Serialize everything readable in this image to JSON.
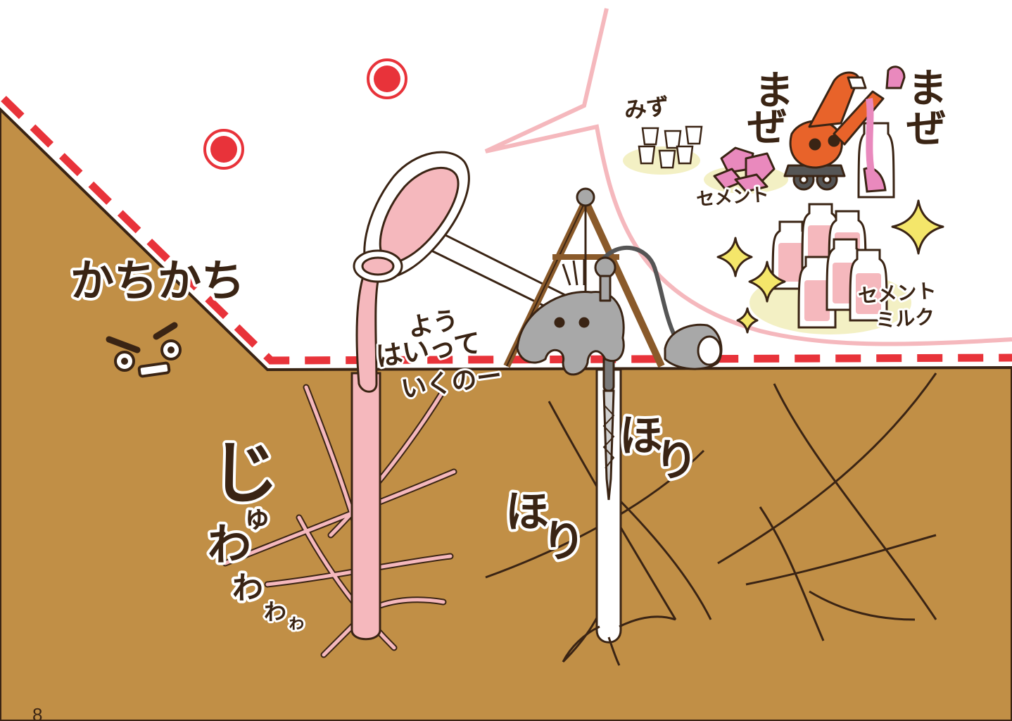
{
  "page_number": "8",
  "sfx": {
    "kachikachi": "かちかち",
    "maze_left_1": "ま",
    "maze_left_2": "ぜ",
    "maze_right_1": "ま",
    "maze_right_2": "ぜ",
    "you": "よう",
    "haitte": "はいって",
    "ikunoo": "いくのー",
    "ji": "じ",
    "yu": "ゅ",
    "wa1": "わ",
    "wa2": "わ",
    "wa3": "わ",
    "wa4": "ゎ",
    "hori_1": "ほ",
    "hori_2": "り",
    "hori_3": "ほ",
    "hori_4": "り"
  },
  "labels": {
    "mizu": "みず",
    "cement": "セメント",
    "cement_milk_1": "セメント",
    "cement_milk_2": "ミルク"
  },
  "colors": {
    "soil": "#c18f46",
    "outline": "#3a2414",
    "dash_red": "#e8333a",
    "cement_pink": "#f5b8bd",
    "machine_gray": "#a8a8a8",
    "crane_orange": "#e8632a",
    "sparkle_yellow": "#f4e66a",
    "cement_block": "#e989bd"
  }
}
